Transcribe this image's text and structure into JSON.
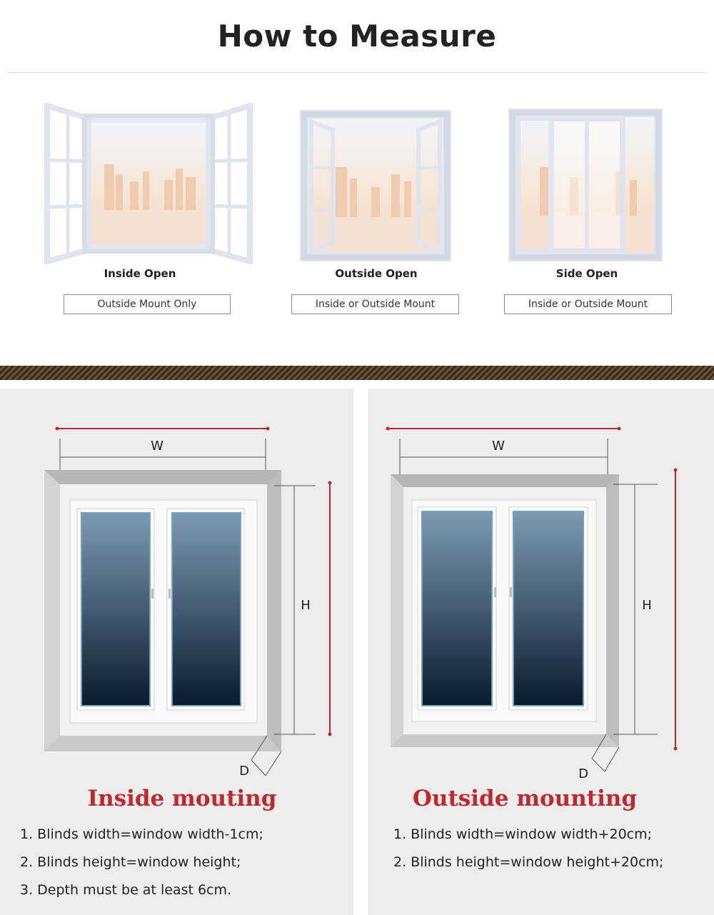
{
  "header": {
    "title": "How to Measure"
  },
  "window_types": [
    {
      "name": "Inside Open",
      "mount": "Outside Mount Only"
    },
    {
      "name": "Outside Open",
      "mount": "Inside or Outside Mount"
    },
    {
      "name": "Side Open",
      "mount": "Inside or Outside Mount"
    }
  ],
  "diagrams": {
    "width_label": "W",
    "height_label": "H",
    "depth_label": "D"
  },
  "inside_mounting": {
    "title": "Inside mouting",
    "notes": [
      "1. Blinds width=window width-1cm;",
      "2. Blinds height=window height;",
      "3. Depth must be at least 6cm."
    ]
  },
  "outside_mounting": {
    "title": "Outside mounting",
    "notes": [
      "1. Blinds width=window width+20cm;",
      "2. Blinds height=window height+20cm;"
    ]
  },
  "colors": {
    "accent_red": "#c0282d",
    "panel_gray": "#ededed",
    "band_brown": "#4a3826"
  }
}
